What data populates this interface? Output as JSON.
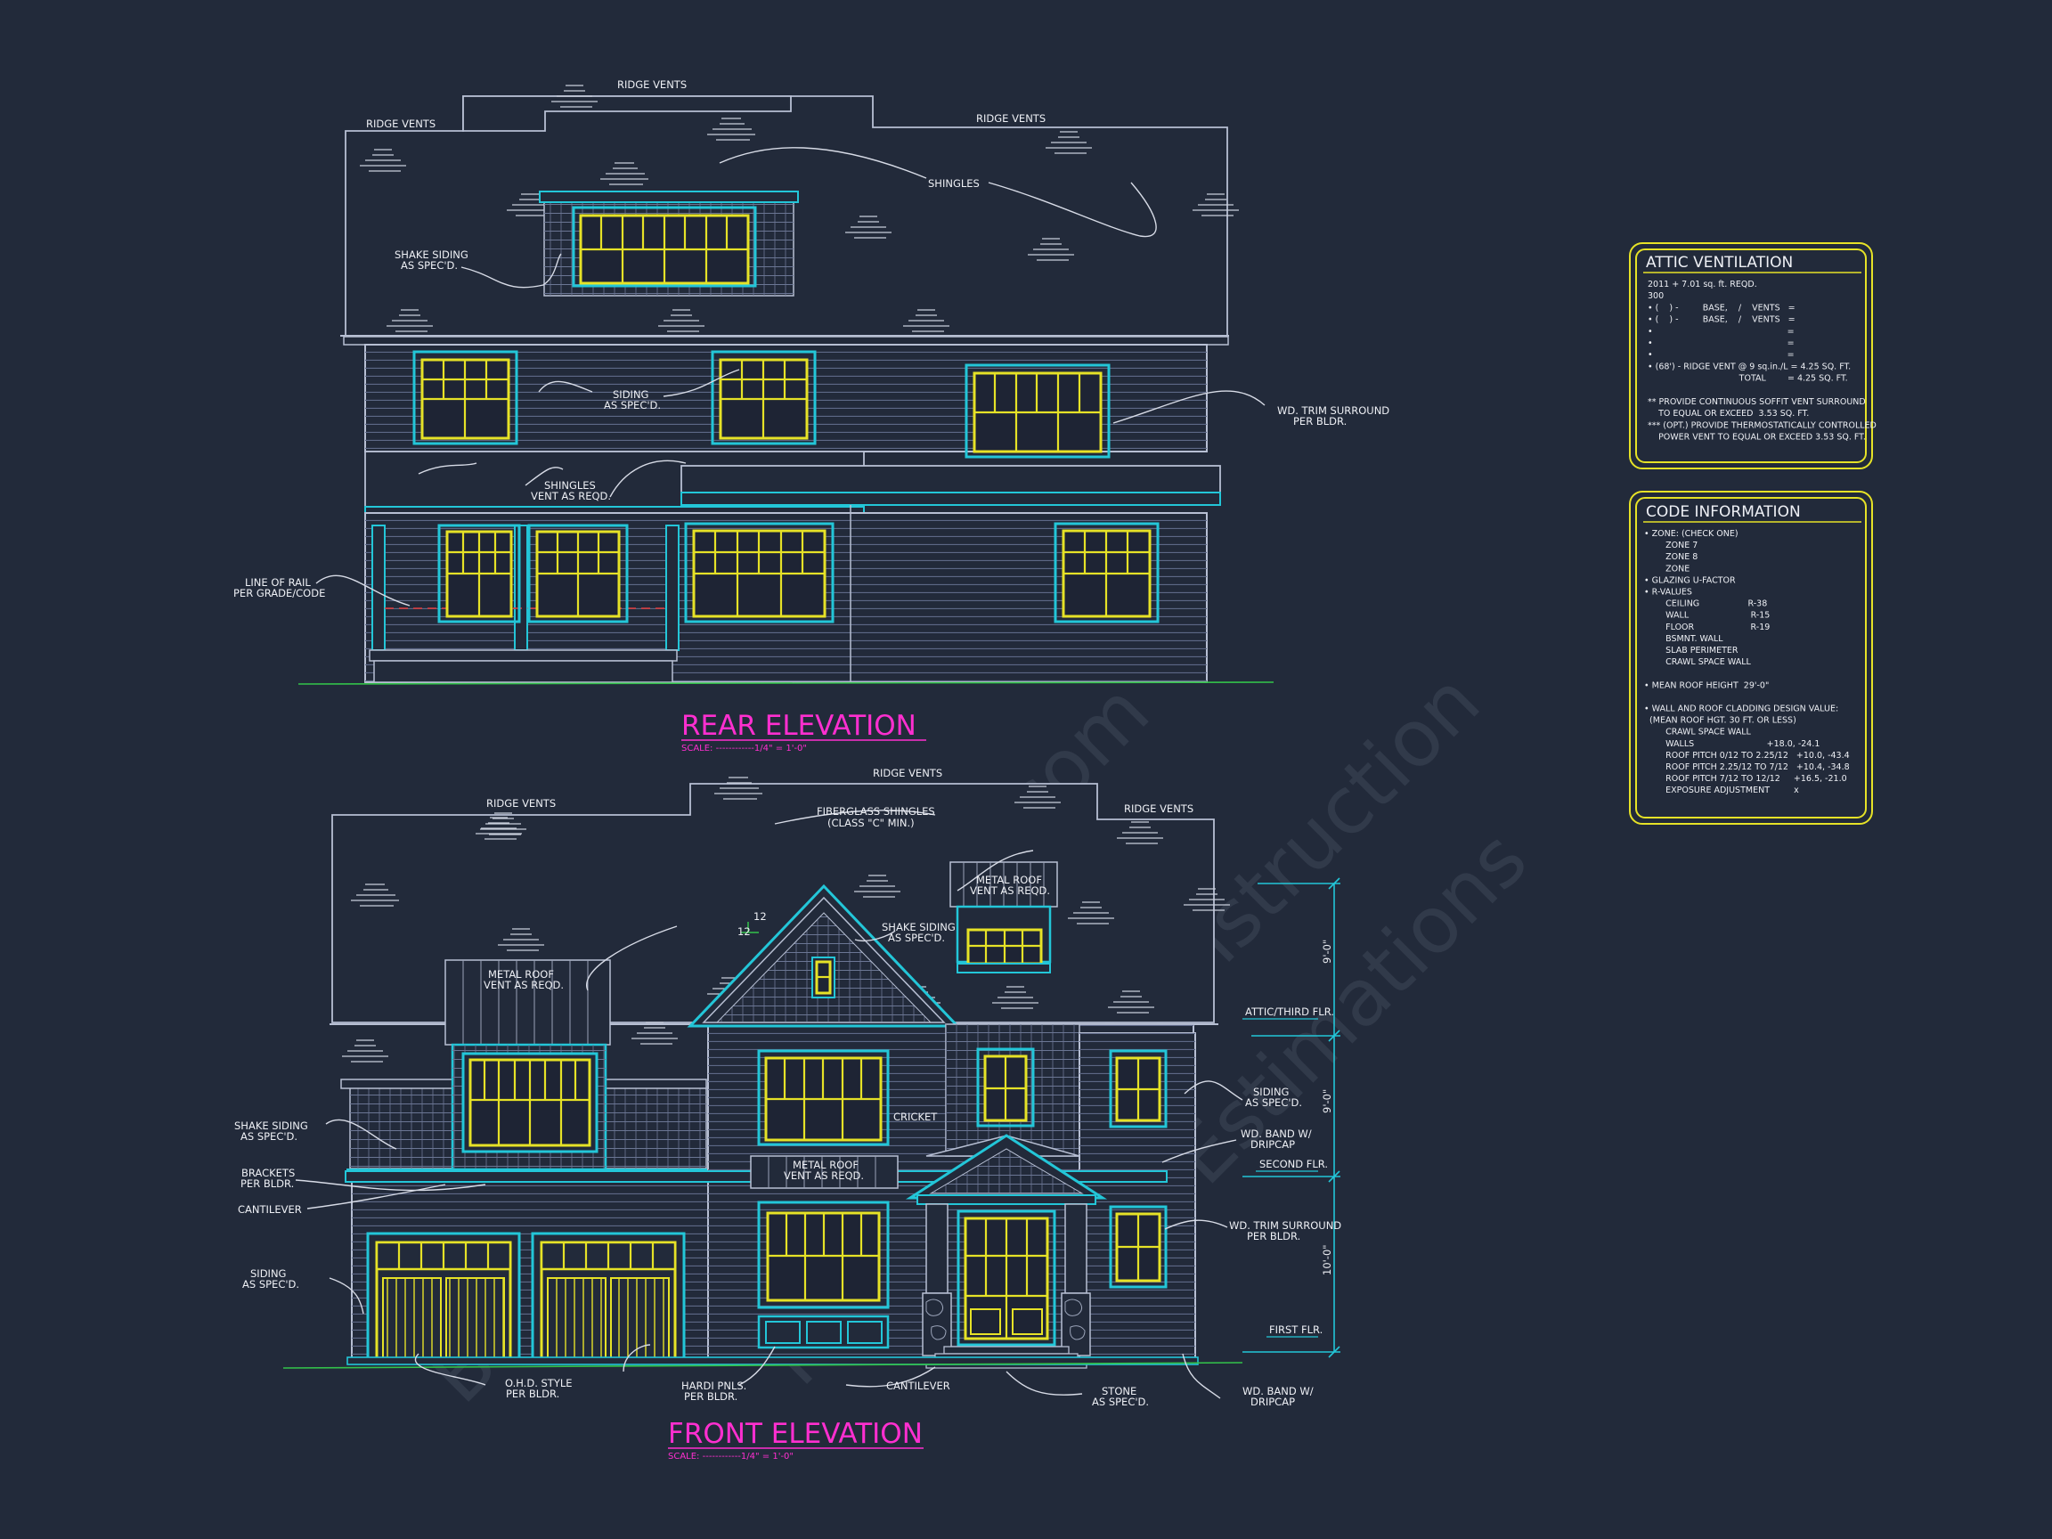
{
  "rear": {
    "title": "REAR ELEVATION",
    "scale": "SCALE: ------------1/4\" = 1'-0\"",
    "notes": {
      "ridge_left": "RIDGE VENTS",
      "ridge_center": "RIDGE VENTS",
      "ridge_right": "RIDGE VENTS",
      "shingles": "SHINGLES",
      "shake_1": "SHAKE SIDING",
      "shake_2": "AS SPEC'D.",
      "siding_1": "SIDING",
      "siding_2": "AS SPEC'D.",
      "trim_1": "WD. TRIM SURROUND",
      "trim_2": "PER BLDR.",
      "shingles_vent_1": "SHINGLES",
      "shingles_vent_2": "VENT AS REQD.",
      "rail_1": "LINE OF RAIL",
      "rail_2": "PER GRADE/CODE"
    }
  },
  "front": {
    "title": "FRONT ELEVATION",
    "scale": "SCALE: ------------1/4\" = 1'-0\"",
    "notes": {
      "ridge_left": "RIDGE VENTS",
      "ridge_center": "RIDGE VENTS",
      "ridge_right": "RIDGE VENTS",
      "fiberglass_1": "FIBERGLASS SHINGLES",
      "fiberglass_2": "(CLASS \"C\" MIN.)",
      "metal_roof_r_1": "METAL ROOF",
      "metal_roof_r_2": "VENT AS REQD.",
      "shake_center_1": "SHAKE SIDING",
      "shake_center_2": "AS SPEC'D.",
      "metal_roof_l_1": "METAL ROOF",
      "metal_roof_l_2": "VENT AS REQD.",
      "pitch_rise": "12",
      "pitch_run": "12",
      "attic_flr": "ATTIC/THIRD FLR.",
      "second_flr": "SECOND FLR.",
      "first_flr": "FIRST FLR.",
      "dim_upper": "9'-0\"",
      "dim_middle": "9'-0\"",
      "dim_lower": "10'-0\"",
      "siding_r_1": "SIDING",
      "siding_r_2": "AS SPEC'D.",
      "band_r_1": "WD. BAND W/",
      "band_r_2": "DRIPCAP",
      "trim_r_1": "WD. TRIM SURROUND",
      "trim_r_2": "PER BLDR.",
      "cricket": "CRICKET",
      "metal_roof_c_1": "METAL ROOF",
      "metal_roof_c_2": "VENT AS REQD.",
      "shake_l_1": "SHAKE SIDING",
      "shake_l_2": "AS SPEC'D.",
      "brackets_1": "BRACKETS",
      "brackets_2": "PER BLDR.",
      "cantilever_l": "CANTILEVER",
      "siding_l_1": "SIDING",
      "siding_l_2": "AS SPEC'D.",
      "ohd_1": "O.H.D. STYLE",
      "ohd_2": "PER BLDR.",
      "hardi_1": "HARDI PNLS.",
      "hardi_2": "PER BLDR.",
      "cantilever_b": "CANTILEVER",
      "stone_1": "STONE",
      "stone_2": "AS SPEC'D.",
      "band_b_1": "WD. BAND W/",
      "band_b_2": "DRIPCAP"
    }
  },
  "attic": {
    "title": "ATTIC VENTILATION",
    "lines": [
      "2011 + 7.01 sq. ft. REQD.",
      "300",
      "• (    ) -         BASE,    /    VENTS   =",
      "• (    ) -         BASE,    /    VENTS   =",
      "•                                                  =",
      "•                                                  =",
      "•                                                  =",
      "• (68') - RIDGE VENT @ 9 sq.in./L = 4.25 SQ. FT.",
      "                                  TOTAL        = 4.25 SQ. FT.",
      "",
      "** PROVIDE CONTINUOUS SOFFIT VENT SURROUND",
      "    TO EQUAL OR EXCEED  3.53 SQ. FT.",
      "*** (OPT.) PROVIDE THERMOSTATICALLY CONTROLLED",
      "    POWER VENT TO EQUAL OR EXCEED 3.53 SQ. FT."
    ]
  },
  "code": {
    "title": "CODE INFORMATION",
    "lines": [
      "• ZONE: (CHECK ONE)",
      "        ZONE 7",
      "        ZONE 8",
      "        ZONE",
      "• GLAZING U-FACTOR",
      "• R-VALUES",
      "        CEILING                  R-38",
      "        WALL                       R-15",
      "        FLOOR                     R-19",
      "        BSMNT. WALL",
      "        SLAB PERIMETER",
      "        CRAWL SPACE WALL",
      "",
      "• MEAN ROOF HEIGHT  29'-0\"",
      "",
      "• WALL AND ROOF CLADDING DESIGN VALUE:",
      "  (MEAN ROOF HGT. 30 FT. OR LESS)",
      "        CRAWL SPACE WALL",
      "        WALLS                           +18.0, -24.1",
      "        ROOF PITCH 0/12 TO 2.25/12   +10.0, -43.4",
      "        ROOF PITCH 2.25/12 TO 7/12   +10.4, -34.8",
      "        ROOF PITCH 7/12 TO 12/12     +16.5, -21.0",
      "        EXPOSURE ADJUSTMENT         x"
    ]
  },
  "watermark": {
    "line1": "BuyHomeFloorPlans.com",
    "line2": "Not Use for Construction",
    "line3": "for Estimations"
  }
}
